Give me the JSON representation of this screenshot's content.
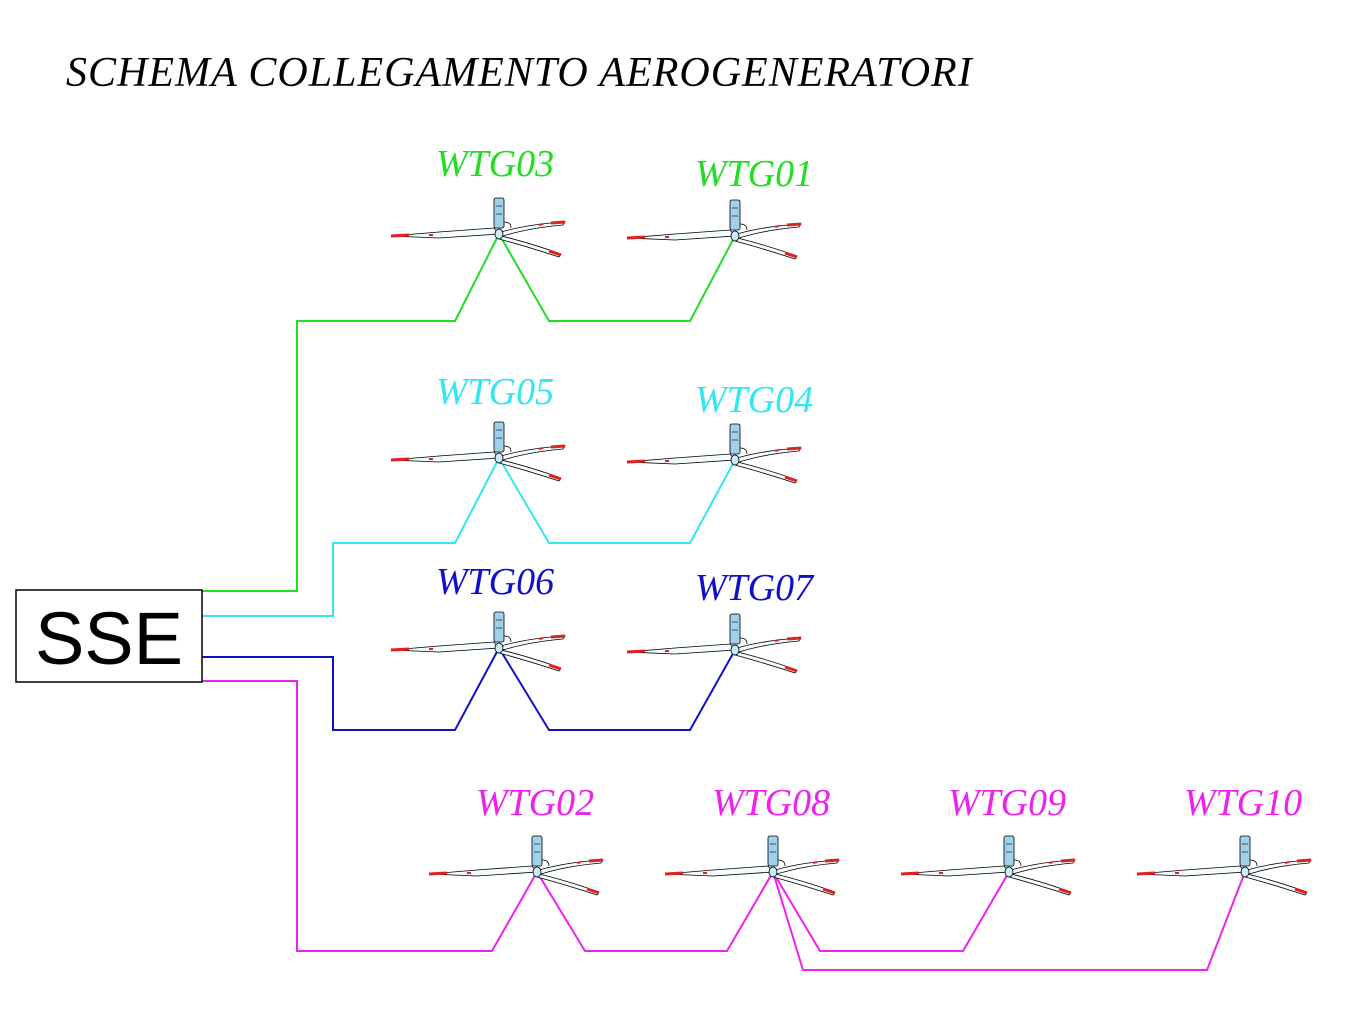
{
  "title": "SCHEMA COLLEGAMENTO AEROGENERATORI",
  "substation": {
    "label": "SSE"
  },
  "colors": {
    "green": "#22dd22",
    "cyan": "#33e6f0",
    "blue": "#1010cc",
    "magenta": "#ee22ee",
    "blade_red": "#e22020",
    "hub_fill": "#c8ecf8",
    "nacelle_fill": "#9fd0ec"
  },
  "turbines": [
    {
      "id": "WTG03",
      "color": "green"
    },
    {
      "id": "WTG01",
      "color": "green"
    },
    {
      "id": "WTG05",
      "color": "cyan"
    },
    {
      "id": "WTG04",
      "color": "cyan"
    },
    {
      "id": "WTG06",
      "color": "blue"
    },
    {
      "id": "WTG07",
      "color": "blue"
    },
    {
      "id": "WTG02",
      "color": "magenta"
    },
    {
      "id": "WTG08",
      "color": "magenta"
    },
    {
      "id": "WTG09",
      "color": "magenta"
    },
    {
      "id": "WTG10",
      "color": "magenta"
    }
  ],
  "connections": [
    {
      "from": "SSE",
      "to": "WTG03",
      "color": "green"
    },
    {
      "from": "WTG03",
      "to": "WTG01",
      "color": "green"
    },
    {
      "from": "SSE",
      "to": "WTG05",
      "color": "cyan"
    },
    {
      "from": "WTG05",
      "to": "WTG04",
      "color": "cyan"
    },
    {
      "from": "SSE",
      "to": "WTG06",
      "color": "blue"
    },
    {
      "from": "WTG06",
      "to": "WTG07",
      "color": "blue"
    },
    {
      "from": "SSE",
      "to": "WTG02",
      "color": "magenta"
    },
    {
      "from": "WTG02",
      "to": "WTG08",
      "color": "magenta"
    },
    {
      "from": "WTG08",
      "to": "WTG09",
      "color": "magenta"
    },
    {
      "from": "WTG08",
      "to": "WTG10",
      "color": "magenta"
    }
  ]
}
